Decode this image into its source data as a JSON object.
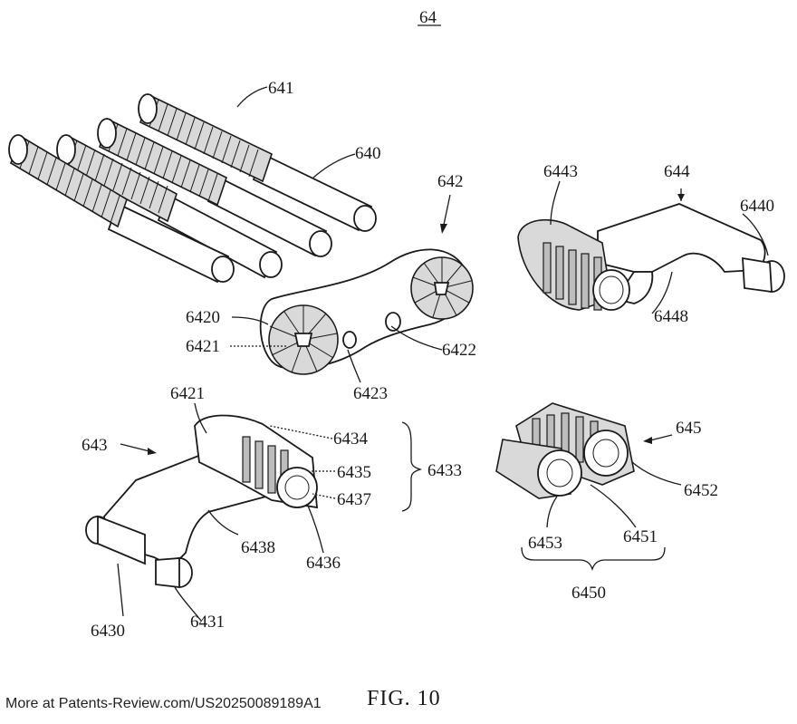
{
  "drawing": {
    "assembly_number": "64",
    "figure_caption": "FIG. 10"
  },
  "footer": {
    "text": "More at Patents-Review.com/US20250089189A1"
  },
  "labels": {
    "l641": "641",
    "l640": "640",
    "l642": "642",
    "l6443": "6443",
    "l644": "644",
    "l6440": "6440",
    "l6420": "6420",
    "l6421a": "6421",
    "l6422": "6422",
    "l6423": "6423",
    "l6448": "6448",
    "l6421b": "6421",
    "l6434": "6434",
    "l643": "643",
    "l6435": "6435",
    "l6433": "6433",
    "l6437": "6437",
    "l645": "645",
    "l6452": "6452",
    "l6438": "6438",
    "l6436": "6436",
    "l6453": "6453",
    "l6451": "6451",
    "l6450": "6450",
    "l6430": "6430",
    "l6431": "6431"
  }
}
